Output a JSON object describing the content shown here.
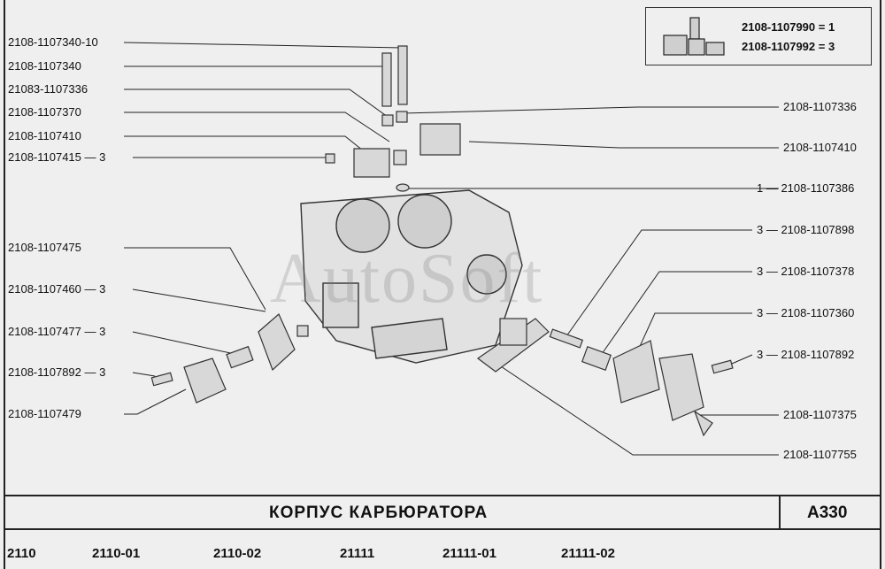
{
  "watermark": "AutoSoft",
  "legend": {
    "line1": "2108-1107990  =  1",
    "line2": "2108-1107992  =  3"
  },
  "labels_left": [
    "2108-1107340-10",
    "2108-1107340",
    "21083-1107336",
    "2108-1107370",
    "2108-1107410",
    "2108-1107415  —  3",
    "2108-1107475",
    "2108-1107460  —  3",
    "2108-1107477  —  3",
    "2108-1107892  —  3",
    "2108-1107479"
  ],
  "labels_right": [
    "2108-1107336",
    "2108-1107410",
    "1 — 2108-1107386",
    "3 — 2108-1107898",
    "3 — 2108-1107378",
    "3 — 2108-1107360",
    "3 — 2108-1107892",
    "2108-1107375",
    "2108-1107755"
  ],
  "title": "КОРПУС  КАРБЮРАТОРА",
  "code": "А330",
  "models": [
    "2110",
    "2110-01",
    "2110-02",
    "21111",
    "21111-01",
    "21111-02"
  ]
}
